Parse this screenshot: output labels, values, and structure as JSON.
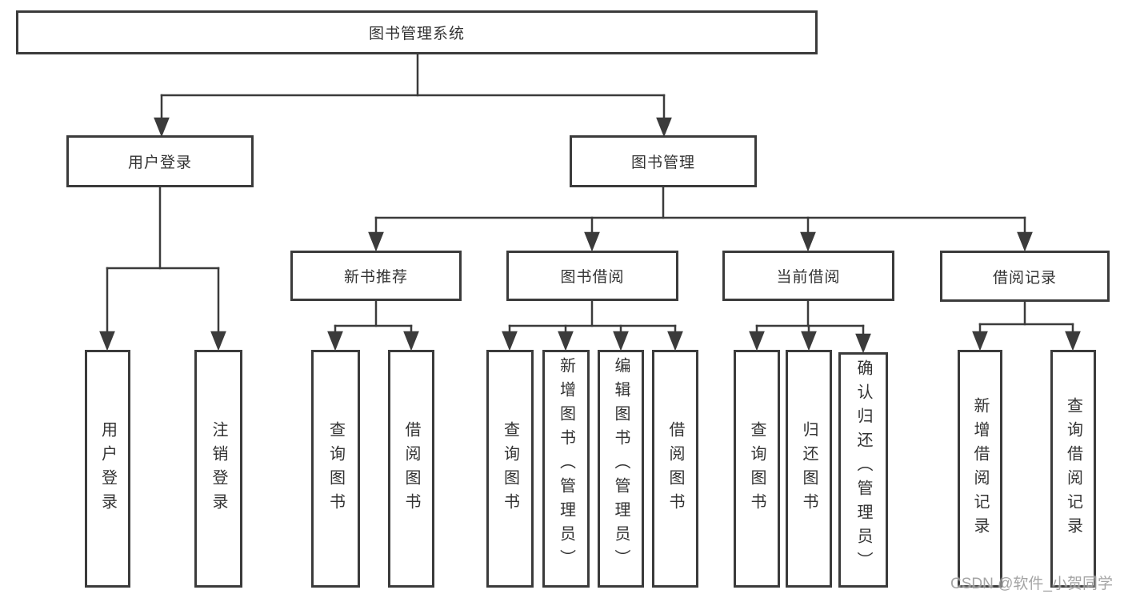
{
  "diagram": {
    "title_note": "functional structure tree",
    "root": {
      "label": "图书管理系统"
    },
    "level2": [
      {
        "label": "用户登录"
      },
      {
        "label": "图书管理"
      }
    ],
    "level3": [
      {
        "label": "新书推荐",
        "parent": "图书管理"
      },
      {
        "label": "图书借阅",
        "parent": "图书管理"
      },
      {
        "label": "当前借阅",
        "parent": "图书管理"
      },
      {
        "label": "借阅记录",
        "parent": "图书管理"
      }
    ],
    "leaves": [
      {
        "label": "用户登录",
        "parent": "用户登录"
      },
      {
        "label": "注销登录",
        "parent": "用户登录"
      },
      {
        "label": "查询图书",
        "parent": "新书推荐"
      },
      {
        "label": "借阅图书",
        "parent": "新书推荐"
      },
      {
        "label": "查询图书",
        "parent": "图书借阅"
      },
      {
        "label": "新增图书（管理员）",
        "parent": "图书借阅"
      },
      {
        "label": "编辑图书（管理员）",
        "parent": "图书借阅"
      },
      {
        "label": "借阅图书",
        "parent": "图书借阅"
      },
      {
        "label": "查询图书",
        "parent": "当前借阅"
      },
      {
        "label": "归还图书",
        "parent": "当前借阅"
      },
      {
        "label": "确认归还（管理员）",
        "parent": "当前借阅"
      },
      {
        "label": "新增借阅记录",
        "parent": "借阅记录"
      },
      {
        "label": "查询借阅记录",
        "parent": "借阅记录"
      }
    ],
    "colors": {
      "line": "#3b3b3b",
      "box_border": "#3b3b3b",
      "box_fill": "#ffffff",
      "text": "#333333",
      "watermark": "#949494"
    }
  },
  "watermark": {
    "text": "CSDN @软件_小贺同学"
  }
}
